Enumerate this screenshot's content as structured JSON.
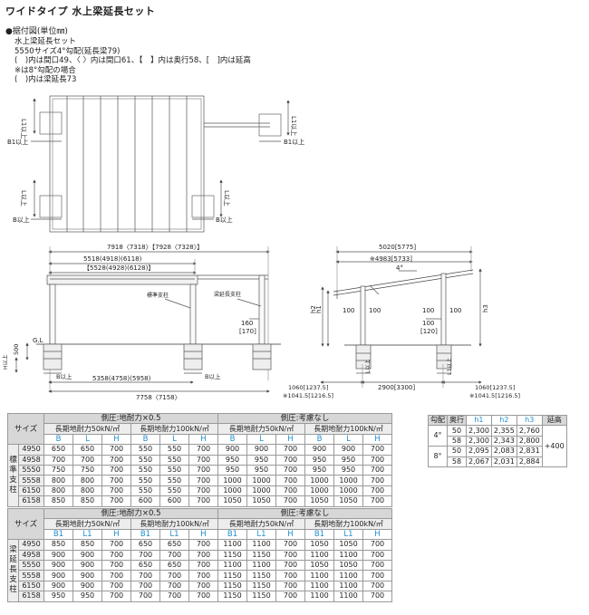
{
  "title": "ワイドタイプ 水上梁延長セット",
  "subtitle": "●据付図(単位㎜)",
  "notes": [
    "水上梁延長セット",
    "5550サイズ4°勾配(延長梁79)",
    "(　)内は間口49、〈 〉内は間口61、【　】内は奥行58、[　]内は延高",
    "※は8°勾配の場合",
    "(　)内は梁延長73"
  ],
  "plan": {
    "l1": "L1以上",
    "l": "L以上",
    "b1": "B1以上",
    "b": "B以上"
  },
  "front": {
    "top1": "7918〈7318〉【7928〈7328〉】",
    "top2": "5518(4918)(6118)",
    "top3": "【5528(4928)(6128)】",
    "post_std": "標準支柱",
    "post_ext": "梁延長支柱",
    "d160": "160",
    "d170": "[170]",
    "gl": "G.L",
    "d500": "500",
    "h_ijo": "H以上",
    "b_ijo": "B以上",
    "b_ijo2": "B以上",
    "bot1": "5358(4758)(5958)",
    "bot2": "7758〈7158〉"
  },
  "side": {
    "top1": "5020[5775]",
    "top2": "※4983[5733]",
    "angle": "4°",
    "h2": "h2",
    "h1": "h1",
    "h3": "h3",
    "d100a": "100",
    "d100b": "100",
    "d100c": "100",
    "d100d": "100",
    "d120": "[120]",
    "l_ijo": "L以上",
    "l1_ijo": "L1以上",
    "b1060a": "1060[1237.5]",
    "b1041a": "※1041.5[1216.5]",
    "b2900": "2900[3300]",
    "b1060b": "1060[1237.5]",
    "b1041b": "※1041.5[1216.5]"
  },
  "std_table": {
    "size_label": "サイズ",
    "group1": "側圧:地耐力×0.5",
    "group2": "側圧:考慮なし",
    "sub1": "長期地耐力50kN/㎡",
    "sub2": "長期地耐力100kN/㎡",
    "cols": [
      "B",
      "L",
      "H",
      "B",
      "L",
      "H",
      "B",
      "L",
      "H",
      "B",
      "L",
      "H"
    ],
    "category": [
      "標",
      "準",
      "支",
      "柱"
    ],
    "rows": [
      {
        "size": "4950",
        "v": [
          "650",
          "650",
          "700",
          "550",
          "550",
          "700",
          "900",
          "900",
          "700",
          "900",
          "900",
          "700"
        ]
      },
      {
        "size": "4958",
        "v": [
          "700",
          "700",
          "700",
          "550",
          "550",
          "700",
          "950",
          "950",
          "700",
          "950",
          "950",
          "700"
        ]
      },
      {
        "size": "5550",
        "v": [
          "750",
          "750",
          "700",
          "550",
          "550",
          "700",
          "950",
          "950",
          "700",
          "950",
          "950",
          "700"
        ]
      },
      {
        "size": "5558",
        "v": [
          "800",
          "800",
          "700",
          "550",
          "550",
          "700",
          "1000",
          "1000",
          "700",
          "1000",
          "1000",
          "700"
        ]
      },
      {
        "size": "6150",
        "v": [
          "800",
          "800",
          "700",
          "550",
          "550",
          "700",
          "1000",
          "1000",
          "700",
          "1000",
          "1000",
          "700"
        ]
      },
      {
        "size": "6158",
        "v": [
          "850",
          "850",
          "700",
          "600",
          "600",
          "700",
          "1050",
          "1050",
          "700",
          "1050",
          "1050",
          "700"
        ]
      }
    ]
  },
  "ext_table": {
    "size_label": "サイズ",
    "group1": "側圧:地耐力×0.5",
    "group2": "側圧:考慮なし",
    "sub1": "長期地耐力50kN/㎡",
    "sub2": "長期地耐力100kN/㎡",
    "cols": [
      "B1",
      "L1",
      "H",
      "B1",
      "L1",
      "H",
      "B1",
      "L1",
      "H",
      "B1",
      "L1",
      "H"
    ],
    "category": [
      "梁",
      "延",
      "長",
      "支",
      "柱"
    ],
    "rows": [
      {
        "size": "4950",
        "v": [
          "850",
          "850",
          "700",
          "650",
          "650",
          "700",
          "1100",
          "1100",
          "700",
          "1050",
          "1050",
          "700"
        ]
      },
      {
        "size": "4958",
        "v": [
          "900",
          "900",
          "700",
          "700",
          "700",
          "700",
          "1150",
          "1150",
          "700",
          "1100",
          "1100",
          "700"
        ]
      },
      {
        "size": "5550",
        "v": [
          "900",
          "900",
          "700",
          "650",
          "650",
          "700",
          "1100",
          "1100",
          "700",
          "1050",
          "1050",
          "700"
        ]
      },
      {
        "size": "5558",
        "v": [
          "900",
          "900",
          "700",
          "700",
          "700",
          "700",
          "1150",
          "1150",
          "700",
          "1100",
          "1100",
          "700"
        ]
      },
      {
        "size": "6150",
        "v": [
          "900",
          "900",
          "700",
          "700",
          "700",
          "700",
          "1150",
          "1150",
          "700",
          "1100",
          "1100",
          "700"
        ]
      },
      {
        "size": "6158",
        "v": [
          "950",
          "950",
          "700",
          "700",
          "700",
          "700",
          "1150",
          "1150",
          "700",
          "1100",
          "1100",
          "700"
        ]
      }
    ]
  },
  "height_table": {
    "headers": [
      "勾配",
      "奥行",
      "h1",
      "h2",
      "h3",
      "延高"
    ],
    "extension": "+400",
    "groups": [
      {
        "slope": "4°",
        "rows": [
          {
            "depth": "50",
            "h1": "2,300",
            "h2": "2,355",
            "h3": "2,760"
          },
          {
            "depth": "58",
            "h1": "2,300",
            "h2": "2,343",
            "h3": "2,800"
          }
        ]
      },
      {
        "slope": "8°",
        "rows": [
          {
            "depth": "50",
            "h1": "2,095",
            "h2": "2,083",
            "h3": "2,831"
          },
          {
            "depth": "58",
            "h1": "2,067",
            "h2": "2,031",
            "h3": "2,884"
          }
        ]
      }
    ]
  }
}
